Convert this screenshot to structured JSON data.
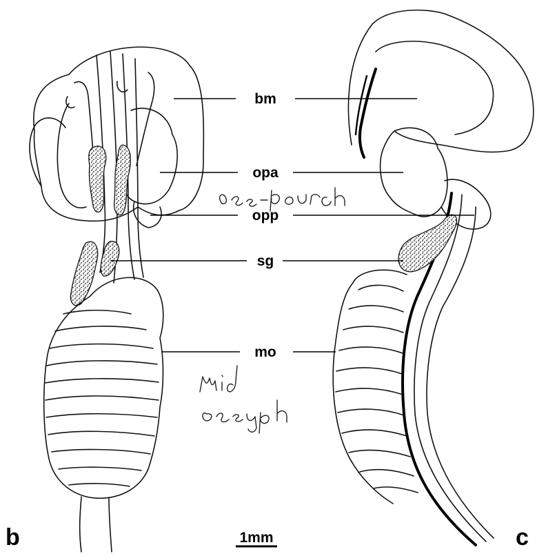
{
  "labels": {
    "bm": "bm",
    "opa": "opa",
    "opp": "opp",
    "sg": "sg",
    "mo": "mo"
  },
  "panels": {
    "left": "b",
    "right": "c"
  },
  "scale_bar": "1mm",
  "handwritten": {
    "opa_note": "oes-pouch",
    "mo_note_line1": "mid",
    "mo_note_line2": "oesoph"
  }
}
